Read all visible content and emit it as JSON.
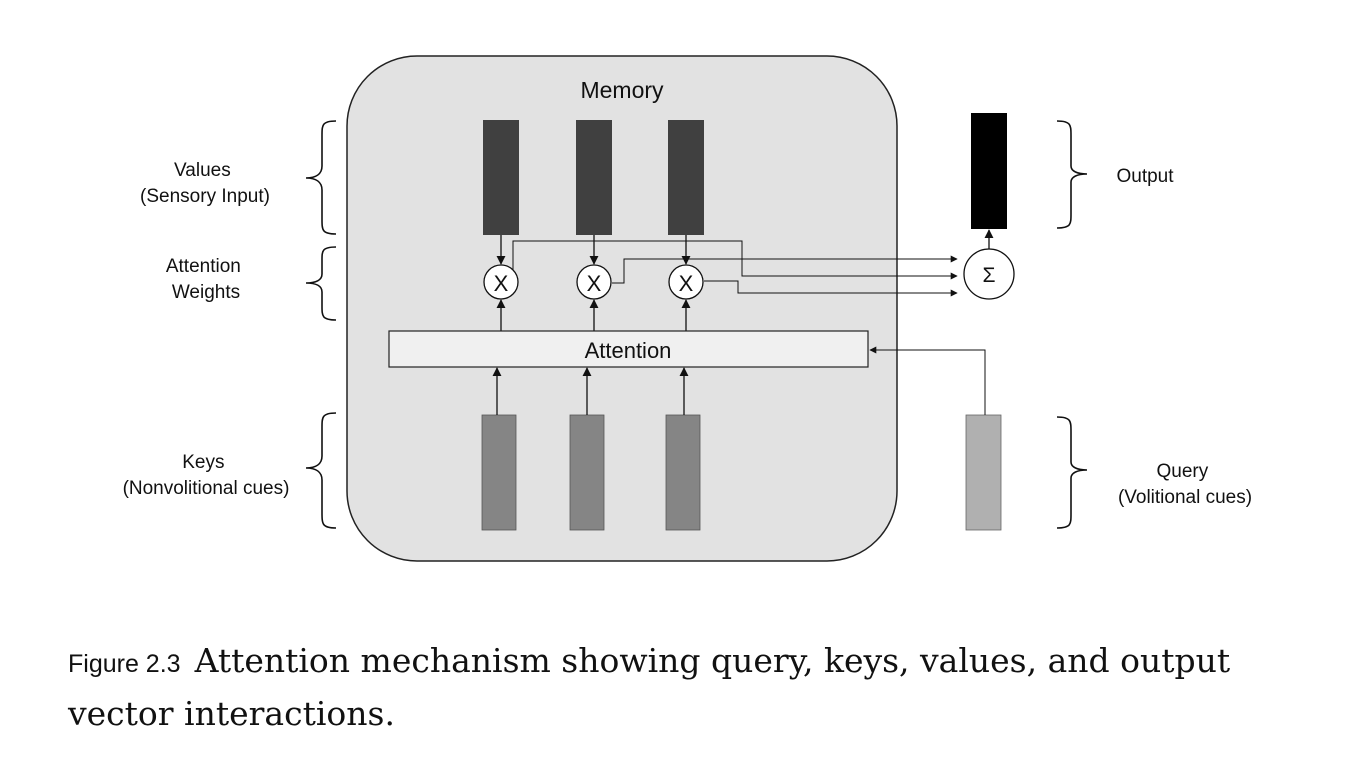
{
  "memory": {
    "title": "Memory"
  },
  "attention": {
    "label": "Attention"
  },
  "multiply_symbol": "X",
  "sum_symbol": "Σ",
  "braces": {
    "values": [
      "Values",
      "(Sensory Input)"
    ],
    "weights": [
      "Attention",
      "Weights"
    ],
    "keys": [
      "Keys",
      "(Nonvolitional cues)"
    ],
    "output": "Output",
    "query": [
      "Query",
      "(Volitional cues)"
    ]
  },
  "caption": {
    "label": "Figure 2.3",
    "text": "Attention mechanism showing query, keys, values, and output vector interactions."
  },
  "colors": {
    "memory_fill": "#e2e2e2",
    "value_bar": "#404040",
    "key_bar": "#858585",
    "output_bar": "#000000",
    "query_bar": "#b0b0b0",
    "attention_fill": "#f0f0f0"
  }
}
